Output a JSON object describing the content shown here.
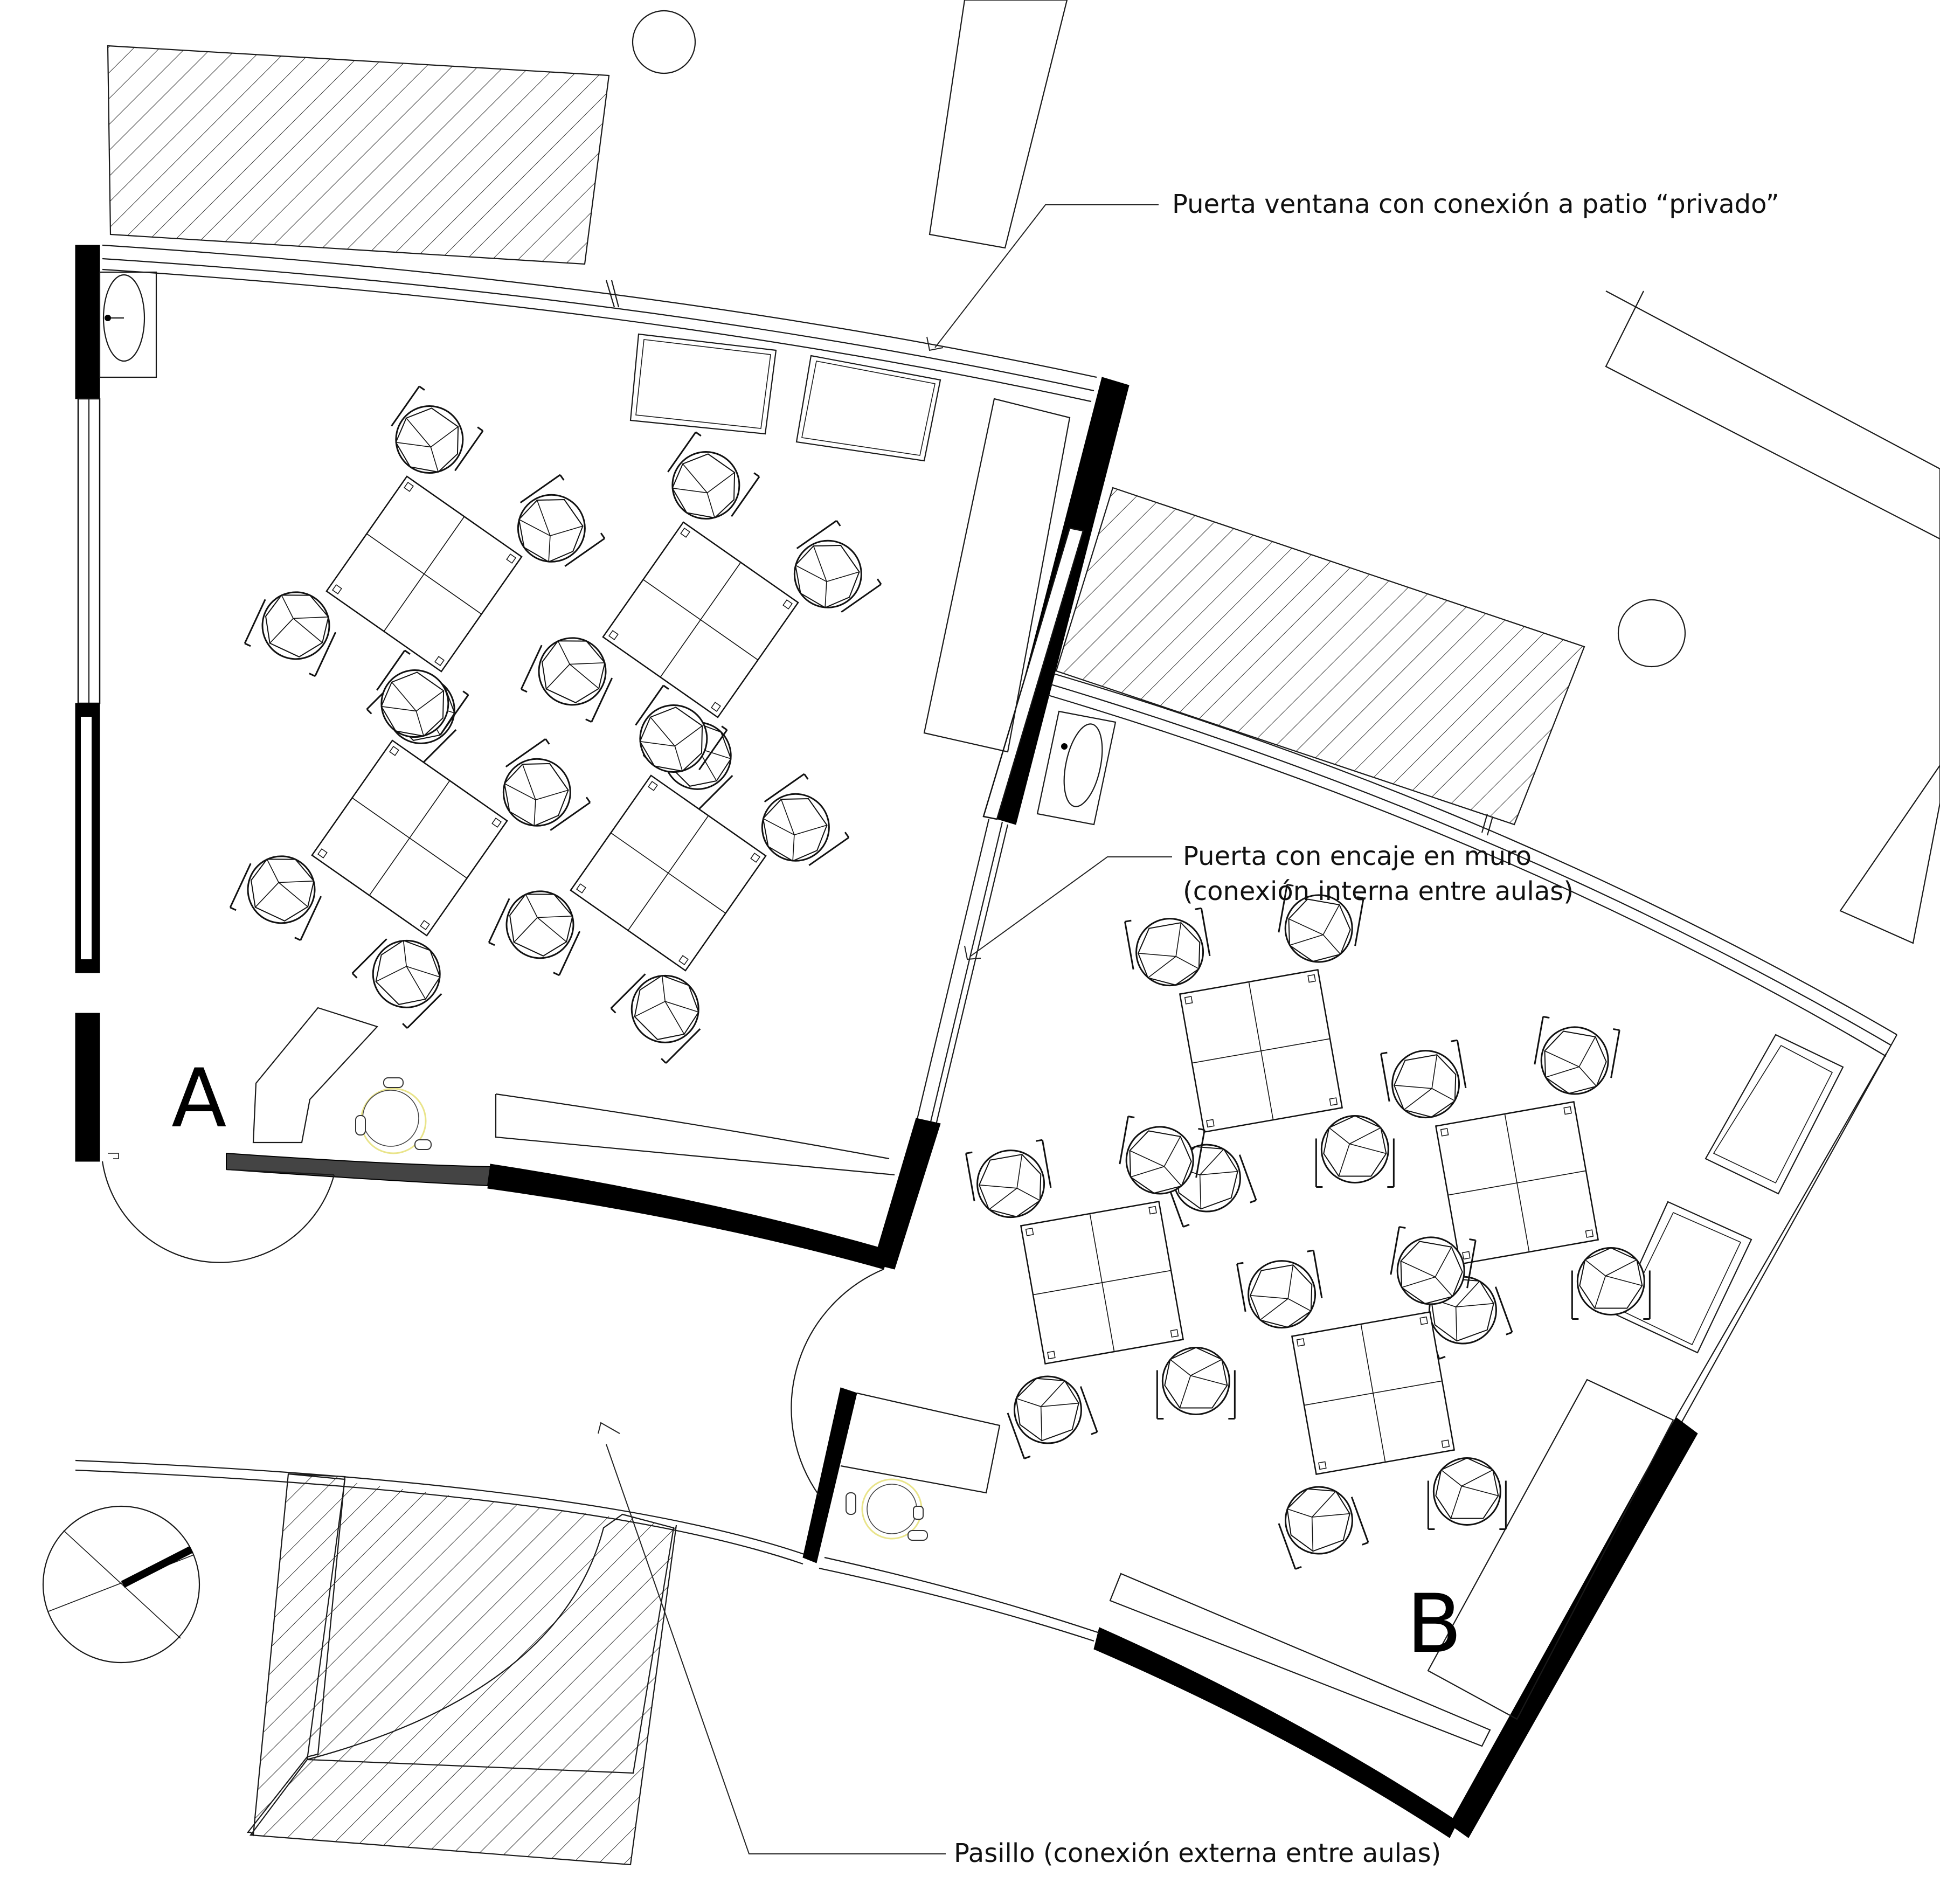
{
  "rooms": {
    "a_label": "A",
    "b_label": "B"
  },
  "annotations": {
    "patio_door_label": "Puerta ventana con conexión a patio “privado”",
    "internal_door_line1": "Puerta con encaje en muro",
    "internal_door_line2": "(conexión interna entre aulas)",
    "corridor_label": "Pasillo (conexión externa entre aulas)"
  },
  "colors": {
    "wall": "#000000",
    "line": "#1a1a1a",
    "accent_chair": "#f2ef9a"
  }
}
